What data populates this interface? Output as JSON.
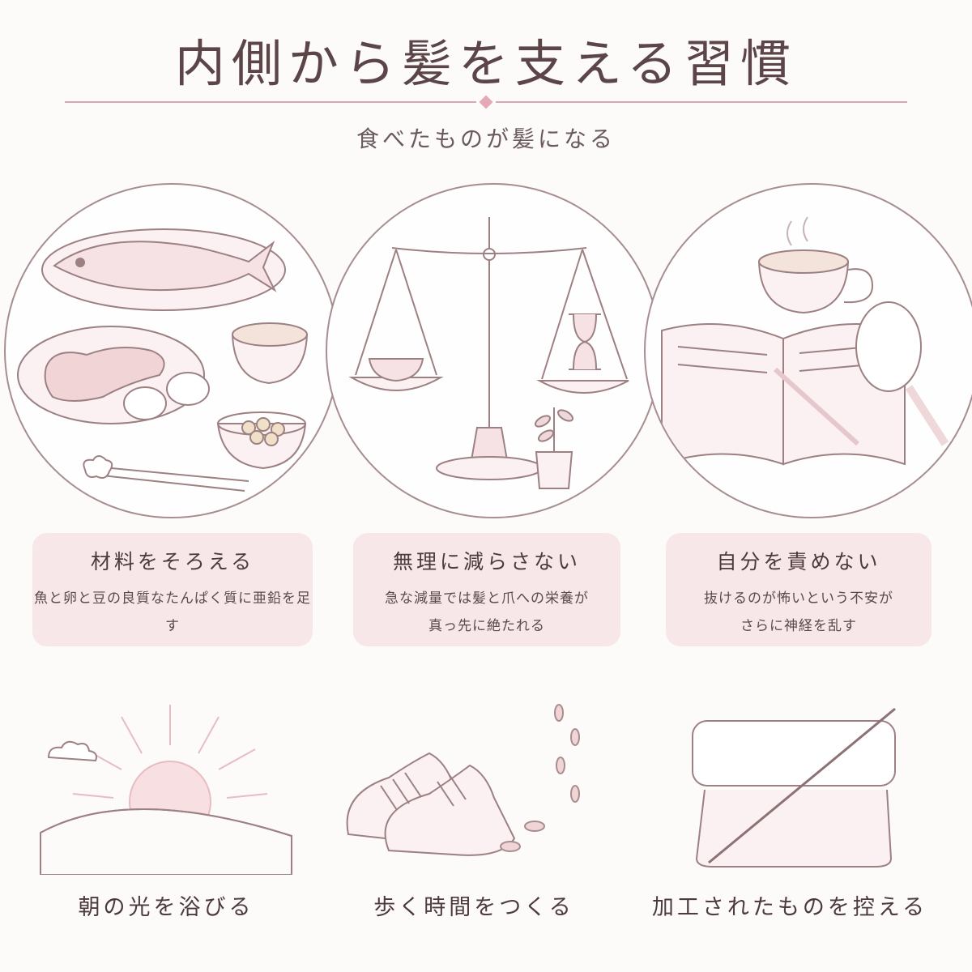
{
  "header": {
    "title": "内側から髪を支える習慣",
    "subtitle": "食べたものが髪になる"
  },
  "cards": [
    {
      "title": "材料をそろえる",
      "body": "魚と卵と豆の良質なたんぱく質に亜鉛を足す"
    },
    {
      "title": "無理に減らさない",
      "body": "急な減量では髪と爪への栄養が\n真っ先に絶たれる"
    },
    {
      "title": "自分を責めない",
      "body": "抜けるのが怖いという不安が\nさらに神経を乱す"
    }
  ],
  "habits": [
    {
      "label": "朝の光を浴びる",
      "icon": "sunrise-icon"
    },
    {
      "label": "歩く時間をつくる",
      "icon": "sneakers-icon"
    },
    {
      "label": "加工されたものを控える",
      "icon": "container-icon"
    }
  ],
  "colors": {
    "accent": "#d99aa5",
    "card_bg": "#f7e7e9",
    "line": "#a68e90",
    "text": "#5b4548"
  }
}
